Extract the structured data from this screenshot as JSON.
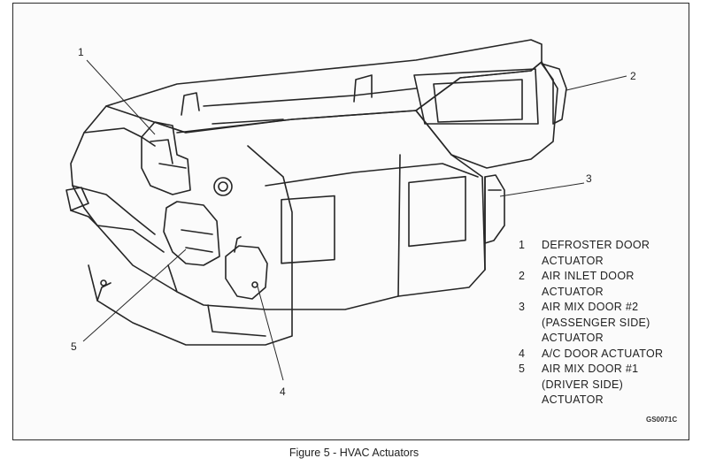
{
  "figure": {
    "code": "GS0071C",
    "caption": "Figure 5 - HVAC Actuators"
  },
  "callouts": [
    "1",
    "2",
    "3",
    "4",
    "5"
  ],
  "legend": [
    {
      "number": "1",
      "lines": [
        "DEFROSTER DOOR",
        "ACTUATOR"
      ]
    },
    {
      "number": "2",
      "lines": [
        "AIR INLET DOOR",
        "ACTUATOR"
      ]
    },
    {
      "number": "3",
      "lines": [
        "AIR MIX DOOR #2",
        "(PASSENGER SIDE)",
        "ACTUATOR"
      ]
    },
    {
      "number": "4",
      "lines": [
        "A/C DOOR ACTUATOR"
      ]
    },
    {
      "number": "5",
      "lines": [
        "AIR MIX DOOR #1",
        "(DRIVER SIDE)",
        "ACTUATOR"
      ]
    }
  ]
}
